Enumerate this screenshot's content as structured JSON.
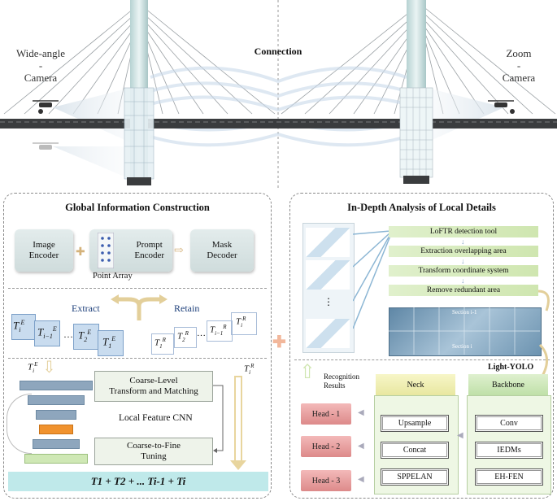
{
  "top": {
    "wide_angle": [
      "Wide-angle",
      "-",
      "Camera"
    ],
    "zoom": [
      "Zoom",
      "-",
      "Camera"
    ],
    "connection": "Connection"
  },
  "global": {
    "title": "Global Information Construction",
    "image_encoder": "Image\nEncoder",
    "prompt_encoder": "Prompt\nEncoder",
    "mask_decoder": "Mask\nDecoder",
    "point_array": "Point Array",
    "extract": "Extract",
    "retain": "Retain",
    "coarse_level": "Coarse-Level\nTransform and Matching",
    "local_feature_cnn": "Local Feature CNN",
    "coarse_to_fine": "Coarse-to-Fine\nTuning",
    "formula": "T1 + T2 + ... Ti-1 + Ti"
  },
  "local": {
    "title": "In-Depth Analysis of Local Details",
    "steps": [
      "LoFTR detection tool",
      "Extraction overlapping area",
      "Transform coordinate system",
      "Remove redundant area"
    ],
    "section_top": "Section i-1",
    "section_bottom": "Section i",
    "light_yolo": "Light-YOLO",
    "recognition": "Recognition\nResults",
    "neck": "Neck",
    "backbone": "Backbone",
    "neck_modules": [
      "Upsample",
      "Concat",
      "SPPELAN"
    ],
    "backbone_modules": [
      "Conv",
      "IEDMs",
      "EH-FEN"
    ],
    "heads": [
      "Head - 1",
      "Head - 2",
      "Head - 3"
    ]
  },
  "colors": {
    "deck": "#3a3c3e",
    "tower": "#c9dede",
    "head": "#e39a9a",
    "green": "#d4eab8",
    "formula_bar": "#bfe9ea"
  }
}
